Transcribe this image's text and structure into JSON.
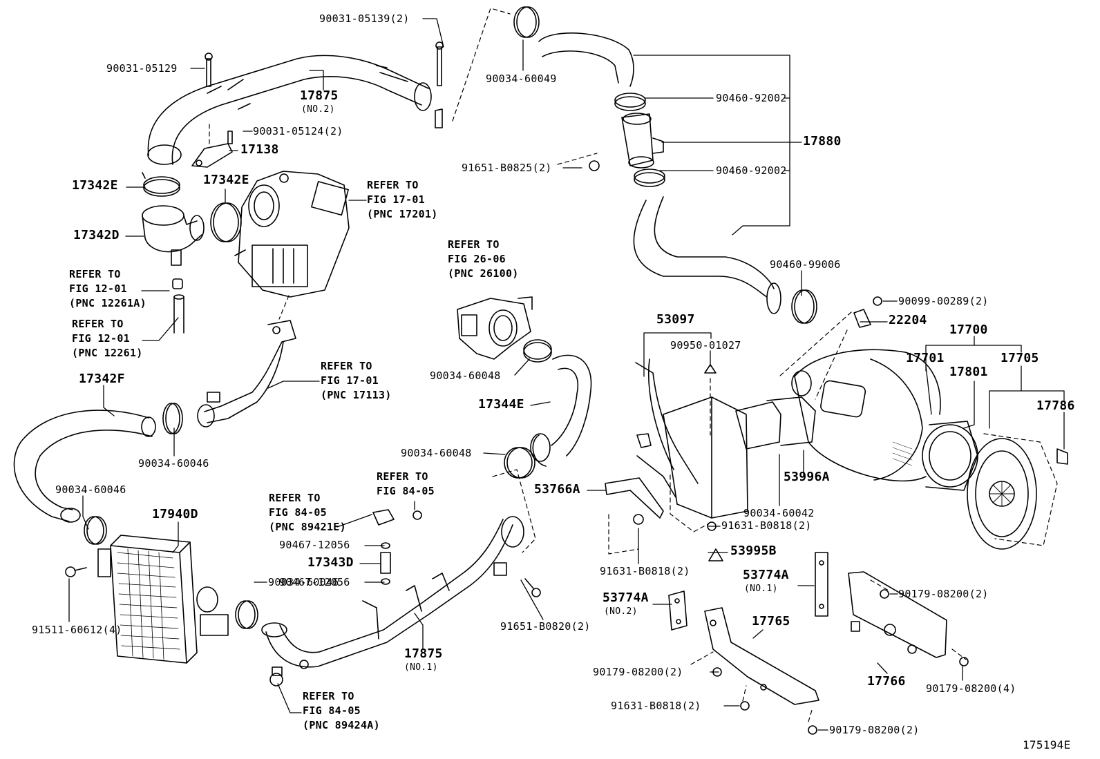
{
  "diagram_id": "175194E",
  "refs": {
    "fig_17_01_pnc_17201": [
      "REFER TO",
      "FIG 17-01",
      "(PNC 17201)"
    ],
    "fig_12_01_pnc_12261a": [
      "REFER TO",
      "FIG 12-01",
      "(PNC 12261A)"
    ],
    "fig_12_01_pnc_12261": [
      "REFER TO",
      "FIG 12-01",
      "(PNC 12261)"
    ],
    "fig_17_01_pnc_17113": [
      "REFER TO",
      "FIG 17-01",
      "(PNC 17113)"
    ],
    "fig_26_06_pnc_26100": [
      "REFER TO",
      "FIG 26-06",
      "(PNC 26100)"
    ],
    "fig_84_05_a": [
      "REFER TO",
      "FIG 84-05"
    ],
    "fig_84_05_pnc_89421e": [
      "REFER TO",
      "FIG 84-05",
      "(PNC 89421E)"
    ],
    "fig_84_05_pnc_89424a": [
      "REFER TO",
      "FIG 84-05",
      "(PNC 89424A)"
    ]
  },
  "parts": {
    "p90031_05139": "90031-05139(2)",
    "p90031_05129": "90031-05129",
    "p17875_no2": "17875",
    "p17875_no2_sub": "(NO.2)",
    "p90031_05124": "90031-05124(2)",
    "p17138": "17138",
    "p17342e_a": "17342E",
    "p17342e_b": "17342E",
    "p17342d": "17342D",
    "p17342f": "17342F",
    "p90034_60046_a": "90034-60046",
    "p90034_60046_b": "90034-60046",
    "p90034_60046_c": "90034-60046",
    "p17940d": "17940D",
    "p91511_60612": "91511-60612(4)",
    "p90034_60049": "90034-60049",
    "p90460_92002_a": "90460-92002",
    "p17880": "17880",
    "p91651_b0825": "91651-B0825(2)",
    "p90460_92002_b": "90460-92002",
    "p90460_99006": "90460-99006",
    "p90099_00289": "90099-00289(2)",
    "p22204": "22204",
    "p53097": "53097",
    "p90950_01027": "90950-01027",
    "p17700": "17700",
    "p17701": "17701",
    "p17801": "17801",
    "p17705": "17705",
    "p17786": "17786",
    "p90034_60048_a": "90034-60048",
    "p17344e": "17344E",
    "p90034_60048_b": "90034-60048",
    "p53996a": "53996A",
    "p90034_60042": "90034-60042",
    "p53766a": "53766A",
    "p91631_b0818_a": "91631-B0818(2)",
    "p53995b": "53995B",
    "p91631_b0818_b": "91631-B0818(2)",
    "p90467_12056_a": "90467-12056",
    "p17343d": "17343D",
    "p90467_12056_b": "90467-12056",
    "p91651_b0820": "91651-B0820(2)",
    "p17875_no1": "17875",
    "p17875_no1_sub": "(NO.1)",
    "p53774a_no1": "53774A",
    "p53774a_no1_sub": "(NO.1)",
    "p53774a_no2": "53774A",
    "p53774a_no2_sub": "(NO.2)",
    "p90179_08200_a": "90179-08200(2)",
    "p17765": "17765",
    "p90179_08200_b": "90179-08200(2)",
    "p91631_b0818_c": "91631-B0818(2)",
    "p17766": "17766",
    "p90179_08200_c": "90179-08200(4)",
    "p90179_08200_d": "90179-08200(2)"
  }
}
